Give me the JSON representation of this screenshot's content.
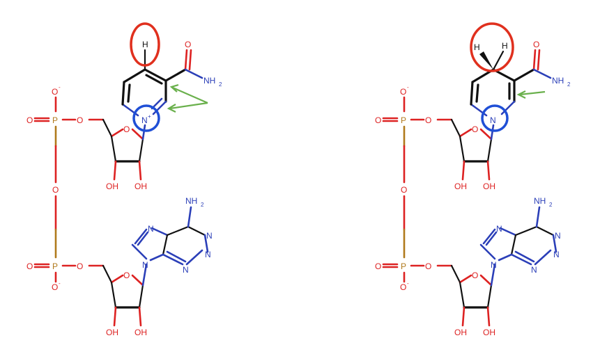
{
  "labels": {
    "hydrogen": "H",
    "oxygen": "O",
    "oxygen_anion": "O",
    "phosphorus": "P",
    "nitrogen": "N",
    "hydroxyl": "OH",
    "amine": "NH",
    "subscript_two": "2",
    "charge_minus": "-",
    "charge_plus": "+"
  },
  "highlights": {
    "hydrogen_circle_color": "#e0301e",
    "nitrogen_circle_color": "#1f4fd6",
    "arrow_color": "#6ab04c"
  }
}
